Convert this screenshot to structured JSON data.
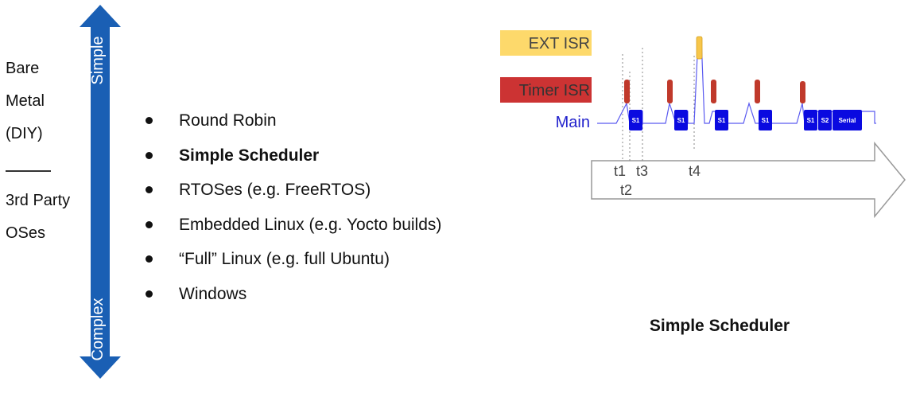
{
  "left_labels": {
    "bare_metal": [
      "Bare",
      "Metal",
      "(DIY)"
    ],
    "third_party": [
      "3rd Party",
      "OSes"
    ]
  },
  "axis": {
    "top_label": "Simple",
    "bottom_label": "Complex",
    "color": "#1a5fb4"
  },
  "bullets": [
    {
      "label": "Round Robin",
      "bold": false
    },
    {
      "label": "Simple Scheduler",
      "bold": true
    },
    {
      "label": "RTOSes (e.g. FreeRTOS)",
      "bold": false
    },
    {
      "label": "Embedded Linux (e.g. Yocto builds)",
      "bold": false
    },
    {
      "label": "“Full” Linux (e.g. full Ubuntu)",
      "bold": false
    },
    {
      "label": "Windows",
      "bold": false
    }
  ],
  "timing_diagram": {
    "rows": {
      "ext_isr": {
        "label": "EXT ISR",
        "color": "#fdd96b"
      },
      "timer_isr": {
        "label": "Timer ISR",
        "color": "#cc3333"
      },
      "main": {
        "label": "Main",
        "color": "#2222cc"
      }
    },
    "task_boxes": [
      {
        "label": "S1"
      },
      {
        "label": "S1"
      },
      {
        "label": "S1"
      },
      {
        "label": "S1"
      },
      {
        "label": "S1"
      },
      {
        "label": "S2"
      },
      {
        "label": "Serial"
      }
    ],
    "time_markers": [
      "t1",
      "t3",
      "t4",
      "t2"
    ],
    "task_color": "#0a0ae0",
    "timer_color": "#c0392b",
    "ext_color": "#f7c64a"
  },
  "caption": "Simple Scheduler"
}
